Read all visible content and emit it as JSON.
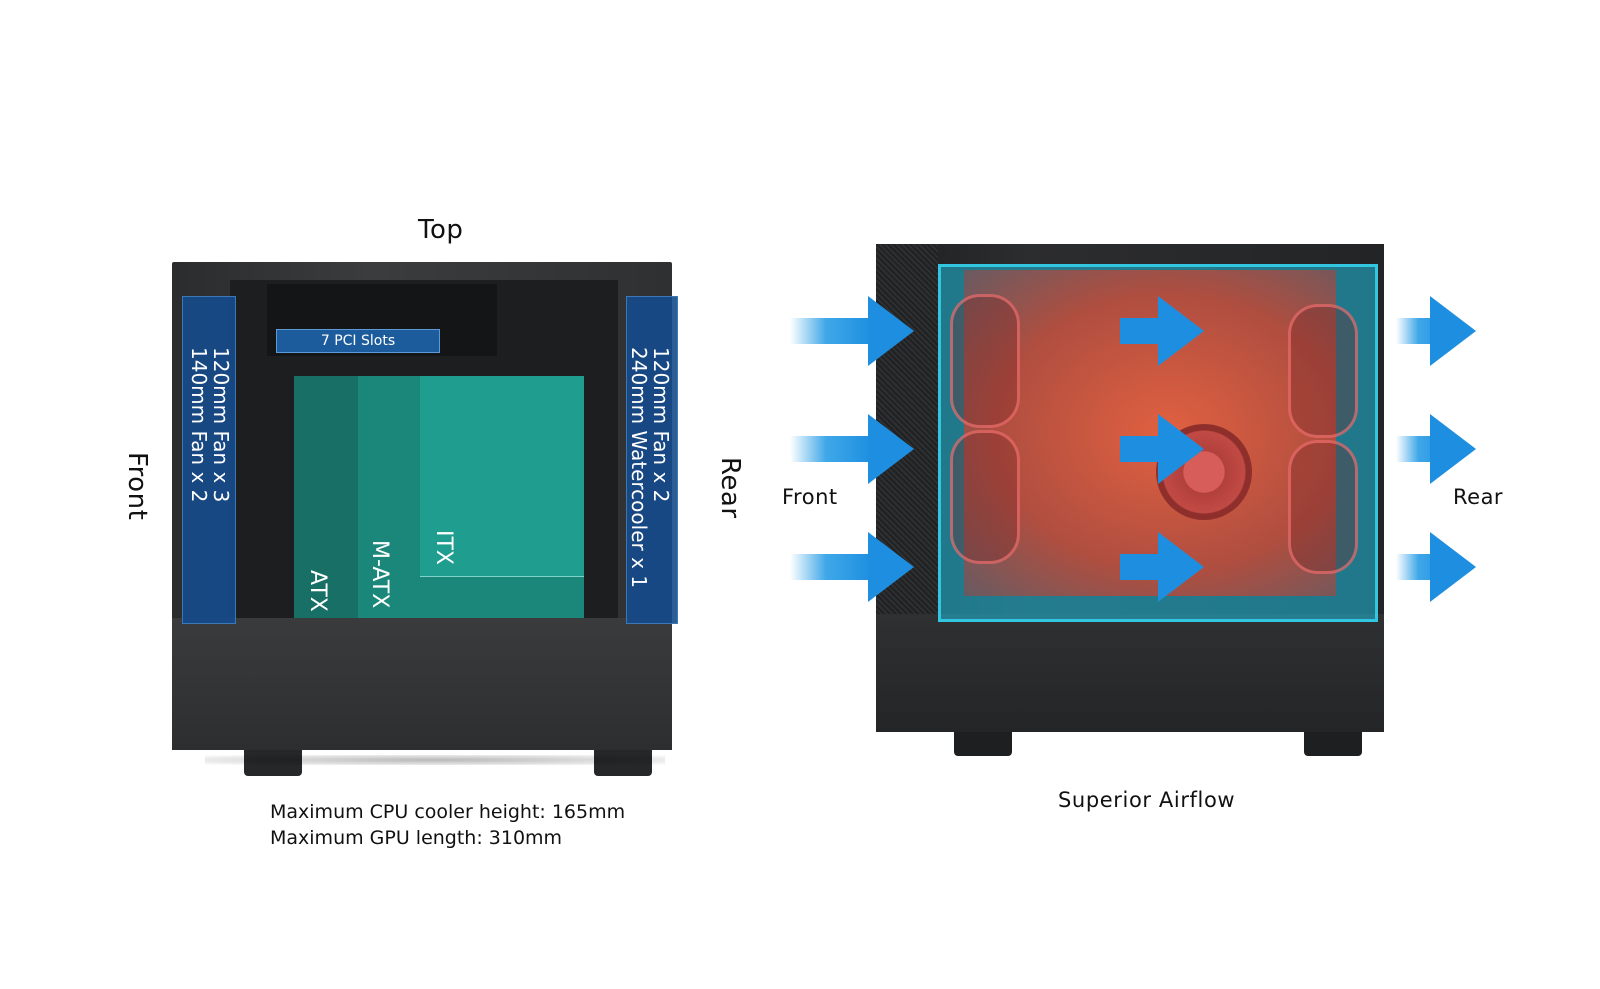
{
  "left_diagram": {
    "top_label": "Top",
    "front_label": "Front",
    "rear_label": "Rear",
    "front_fan_label": "120mm Fan x 3\n140mm Fan x 2",
    "rear_fan_label": "120mm Fan x 2\n240mm Watercooler x 1",
    "pci_label": "7 PCI Slots",
    "atx_label": "ATX",
    "matx_label": "M-ATX",
    "itx_label": "ITX",
    "spec_cpu": "Maximum CPU cooler height: 165mm",
    "spec_gpu": "Maximum GPU length: 310mm"
  },
  "right_diagram": {
    "front_label": "Front",
    "rear_label": "Rear",
    "caption": "Superior Airflow"
  },
  "colors": {
    "fan_zone": "#164b8c",
    "mb_zone": "#1f9d8f",
    "airflow_arrow": "#2a9ee6",
    "heat": "#e45f3c"
  }
}
